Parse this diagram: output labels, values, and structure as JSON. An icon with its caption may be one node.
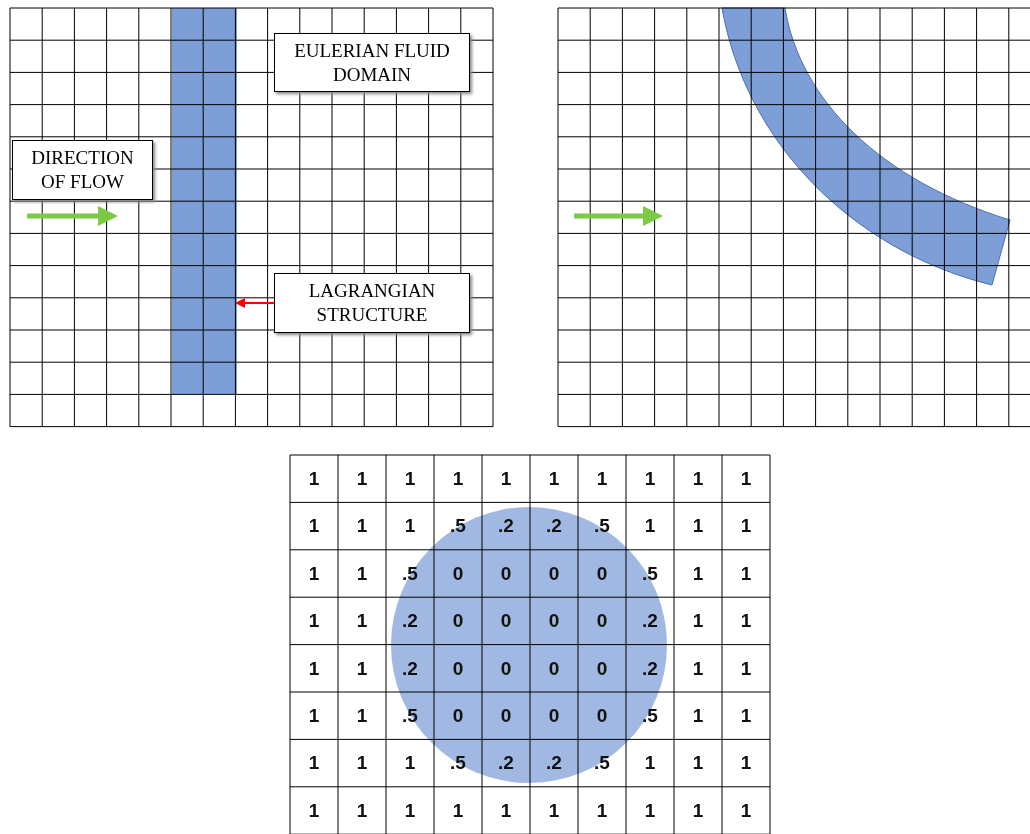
{
  "diagram": {
    "nodes": [
      {
        "text": [
          "DIRECTION OF FLOW"
        ]
      },
      {
        "text": [
          "EULERIAN FLUID DOMAIN"
        ]
      },
      {
        "text": [
          "LAGRANGIAN STRUCTURE"
        ]
      },
      {
        "text": [],
        "shape": "bar"
      }
    ],
    "edges": [
      {
        "from": 2,
        "to": 3,
        "arrow": "to",
        "color": "#ff0000"
      }
    ],
    "labels": [
      "1",
      "1",
      "1",
      "1",
      "1",
      "1",
      "1",
      "1",
      "1",
      "1",
      "1",
      "1",
      "1",
      ".5",
      ".2",
      ".2",
      ".5",
      "1",
      "1",
      "1",
      "1",
      "1",
      ".5",
      "0",
      "0",
      "0",
      "0",
      ".5",
      "1",
      "1",
      "1",
      "1",
      ".2",
      "0",
      "0",
      "0",
      "0",
      ".2",
      "1",
      "1",
      "1",
      "1",
      ".2",
      "0",
      "0",
      "0",
      "0",
      ".2",
      "1",
      "1",
      "1",
      "1",
      ".5",
      "0",
      "0",
      "0",
      "0",
      ".5",
      "1",
      "1",
      "1",
      "1",
      "1",
      ".5",
      ".2",
      ".2",
      ".5",
      "1",
      "1",
      "1",
      "1",
      "1",
      "1",
      "1",
      "1",
      "1",
      "1",
      "1",
      "1",
      "1"
    ]
  }
}
